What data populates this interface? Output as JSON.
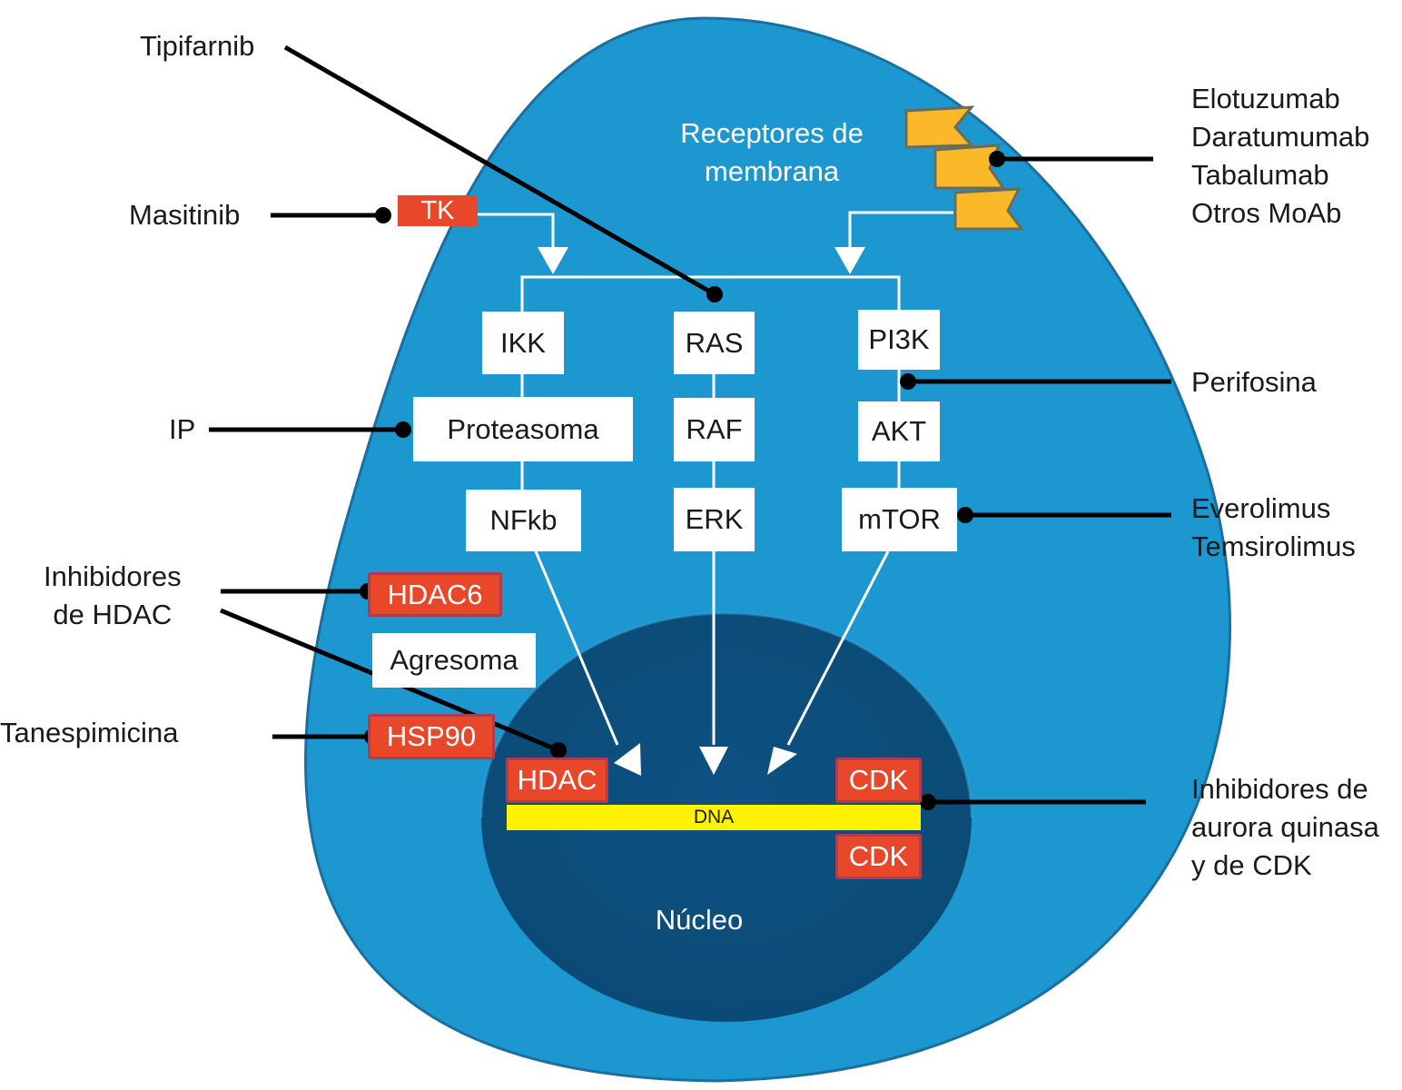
{
  "diagram": {
    "title": "Cell signaling pathways and drug targets",
    "colors": {
      "cell": "#1d97d0",
      "cell_edge": "#1a6fa0",
      "nucleus": "#0c4f7c",
      "target_box": "#e8472a",
      "receptor": "#fbb829",
      "dna": "#fff200",
      "lines": "#000000",
      "arrows": "#ffffff"
    },
    "cell_labels": {
      "receptors": "Receptores de\nmembrana",
      "nucleus": "Núcleo",
      "dna": "DNA"
    },
    "pathway_nodes": {
      "ikk": "IKK",
      "proteasoma": "Proteasoma",
      "nfkb": "NFkb",
      "ras": "RAS",
      "raf": "RAF",
      "erk": "ERK",
      "pi3k": "PI3K",
      "akt": "AKT",
      "mtor": "mTOR",
      "agresoma": "Agresoma"
    },
    "target_nodes": {
      "tk": "TK",
      "hdac6": "HDAC6",
      "hsp90": "HSP90",
      "hdac": "HDAC",
      "cdk_top": "CDK",
      "cdk_bottom": "CDK"
    },
    "drugs": {
      "tipifarnib": "Tipifarnib",
      "masitinib": "Masitinib",
      "ip": "IP",
      "hdac_inhibitors": "Inhibidores\nde HDAC",
      "tanespimicina": "Tanespimicina",
      "moab": "Elotuzumab\nDaratumumab\nTabalumab\nOtros MoAb",
      "perifosina": "Perifosina",
      "mtor_inhibitors": "Everolimus\nTemsirolimus",
      "aurora_cdk": "Inhibidores de\naurora quinasa\ny de CDK"
    },
    "edges": [
      {
        "from": "Tipifarnib",
        "to": "RAS"
      },
      {
        "from": "Masitinib",
        "to": "TK"
      },
      {
        "from": "IP",
        "to": "Proteasoma"
      },
      {
        "from": "Inhibidores de HDAC",
        "to": "HDAC6"
      },
      {
        "from": "Inhibidores de HDAC",
        "to": "HDAC"
      },
      {
        "from": "Tanespimicina",
        "to": "HSP90"
      },
      {
        "from": "Elotuzumab/Daratumumab/Tabalumab/Otros MoAb",
        "to": "Receptores de membrana"
      },
      {
        "from": "Perifosina",
        "to": "PI3K-AKT"
      },
      {
        "from": "Everolimus/Temsirolimus",
        "to": "mTOR"
      },
      {
        "from": "Inhibidores de aurora quinasa y de CDK",
        "to": "CDK"
      },
      {
        "from": "TK",
        "to": "IKK / RAS / PI3K"
      },
      {
        "from": "Receptores de membrana",
        "to": "IKK / RAS / PI3K"
      },
      {
        "from": "IKK",
        "to": "Proteasoma"
      },
      {
        "from": "Proteasoma",
        "to": "NFkb"
      },
      {
        "from": "RAS",
        "to": "RAF"
      },
      {
        "from": "RAF",
        "to": "ERK"
      },
      {
        "from": "PI3K",
        "to": "AKT"
      },
      {
        "from": "AKT",
        "to": "mTOR"
      },
      {
        "from": "NFkb",
        "to": "DNA"
      },
      {
        "from": "ERK",
        "to": "DNA"
      },
      {
        "from": "mTOR",
        "to": "DNA"
      }
    ]
  }
}
